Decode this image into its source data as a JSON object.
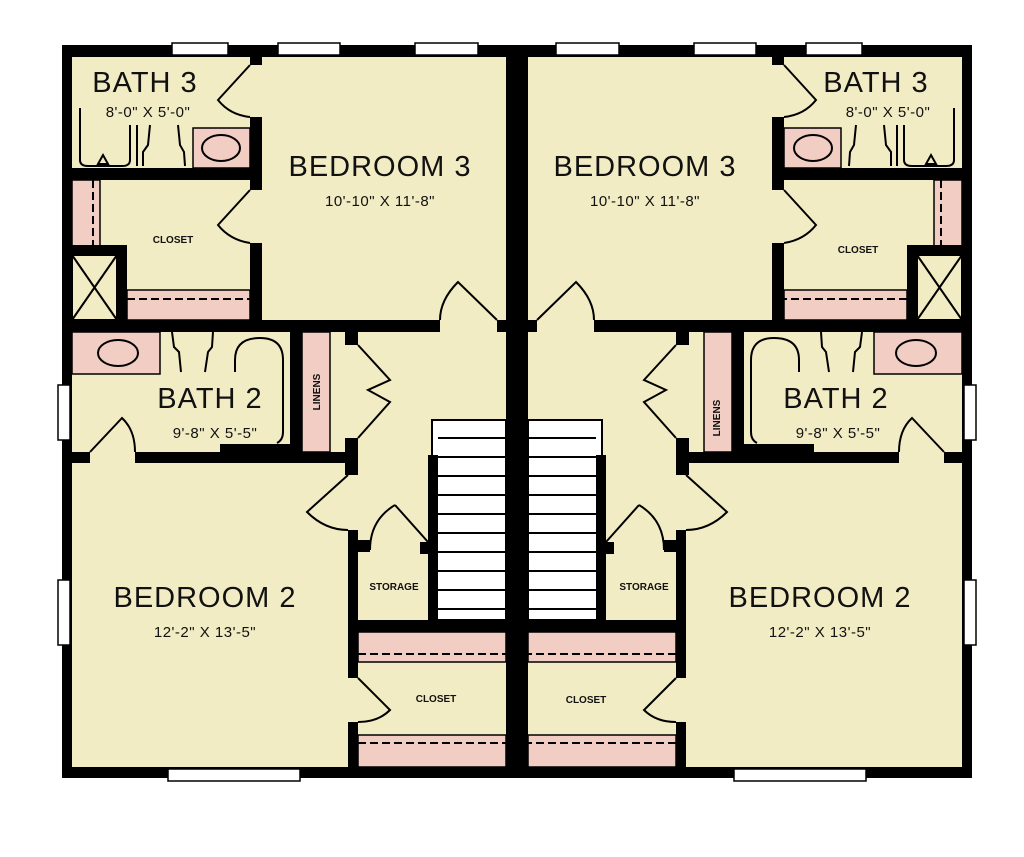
{
  "colors": {
    "floor": "#f2ecc4",
    "fixture": "#f1cdc4",
    "wall": "#000000",
    "window": "#ffffff"
  },
  "units": [
    {
      "side": "left",
      "rooms": {
        "bath3": {
          "name": "BATH 3",
          "size": "8'-0\" X 5'-0\""
        },
        "bedroom3": {
          "name": "BEDROOM 3",
          "size": "10'-10\" X 11'-8\""
        },
        "closet_upper": {
          "name": "CLOSET"
        },
        "bath2": {
          "name": "BATH 2",
          "size": "9'-8\" X 5'-5\""
        },
        "linens": {
          "name": "LINENS"
        },
        "bedroom2": {
          "name": "BEDROOM 2",
          "size": "12'-2\" X 13'-5\""
        },
        "storage": {
          "name": "STORAGE"
        },
        "closet_lower": {
          "name": "CLOSET"
        }
      }
    },
    {
      "side": "right",
      "rooms": {
        "bath3": {
          "name": "BATH 3",
          "size": "8'-0\" X 5'-0\""
        },
        "bedroom3": {
          "name": "BEDROOM 3",
          "size": "10'-10\" X 11'-8\""
        },
        "closet_upper": {
          "name": "CLOSET"
        },
        "bath2": {
          "name": "BATH 2",
          "size": "9'-8\" X 5'-5\""
        },
        "linens": {
          "name": "LINENS"
        },
        "bedroom2": {
          "name": "BEDROOM 2",
          "size": "12'-2\" X 13'-5\""
        },
        "storage": {
          "name": "STORAGE"
        },
        "closet_lower": {
          "name": "CLOSET"
        }
      }
    }
  ]
}
